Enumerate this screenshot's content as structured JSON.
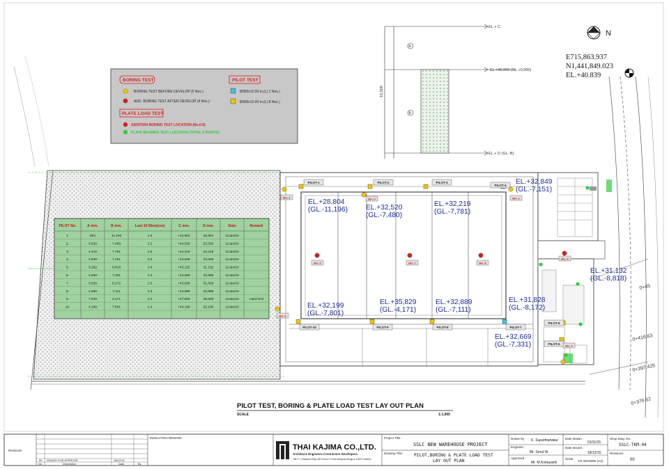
{
  "compass": {
    "north_label": "N"
  },
  "coords": {
    "easting": "E715,863.937",
    "northing": "N1,441,849.023",
    "elevation": "EL.+40.839"
  },
  "legend": {
    "boring_header": "BORING TEST",
    "boring_before": "BORING TEST BEFORE DEVELOP  (5 Nos.)",
    "boring_add": "ADD. BORING TEST AFTER DEVELOP  (4 Nos.)",
    "pilot_header": "PILOT TEST",
    "pilot_350": "Ø350x12.00  m.(L)  2 Nos.)",
    "pilot_300": "Ø300x12.00  m.(L)  8 Nos.)",
    "plate_header": "PLATE LOAD TEST",
    "plate_add": "ADDITION BORING TEST LOCATION (No.6-9)",
    "plate_bearing": "PLATE BEARING TEST LOCATION (TOTAL 5 POINTS)"
  },
  "section": {
    "el_c": "EL.+ C",
    "el_top": "EL.+40,000 (GL.+0,000)",
    "el_d": "EL.+ D  (GL.-B)",
    "dim": "15,000",
    "a": "A",
    "b": "B"
  },
  "table": {
    "headers": [
      "PILOT No.",
      "A  mm.",
      "B  mm.",
      "Last 10 Blow(cm)",
      "C  mm.",
      "D  mm.",
      "Date",
      "Remark"
    ],
    "rows": [
      [
        "1.",
        "804",
        "11,196",
        "1.9",
        "+40,804",
        "28,804",
        "11Jan/16",
        ""
      ],
      [
        "2.",
        "4,520",
        "7,480",
        "2.2",
        "+44,520",
        "32,520",
        "11Jan/16",
        ""
      ],
      [
        "3.",
        "4,219",
        "7,781",
        "1.5",
        "+44,219",
        "32,219",
        "11Jan/16",
        ""
      ],
      [
        "4.",
        "4,849",
        "7,151",
        "2.0",
        "+44,849",
        "32,849",
        "11Jan/16",
        ""
      ],
      [
        "5.",
        "3,182",
        "8,818",
        "1.6",
        "+43,132",
        "31,132",
        "11Jan/16",
        ""
      ],
      [
        "6.",
        "4,669",
        "7,331",
        "1.0",
        "+44,669",
        "32,669",
        "12Jan/16",
        ""
      ],
      [
        "7.",
        "3,828",
        "8,172",
        "1.5",
        "+43,828",
        "31,828",
        "12Jan/16",
        ""
      ],
      [
        "8.",
        "4,889",
        "7,111",
        "1.3",
        "+44,889",
        "32,889",
        "12Jan/16",
        ""
      ],
      [
        "9.",
        "7,829",
        "4,171",
        "2.0",
        "+47,829",
        "35,829",
        "12Jan/16",
        "Hard Soil"
      ],
      [
        "10.",
        "4,199",
        "7,801",
        "1.4",
        "+44,199",
        "32,199",
        "12Jan/16",
        ""
      ]
    ]
  },
  "pilots": [
    "PILOT-1",
    "PILOT-2",
    "PILOT-3",
    "PILOT-4",
    "PILOT-5",
    "PILOT-6",
    "PILOT-7",
    "PILOT-8",
    "PILOT-9",
    "PILOT-10"
  ],
  "boreholes": [
    "BH.-1",
    "BH.-2",
    "BH.-3",
    "BH.-4",
    "BH.-5",
    "BH.-6",
    "BH.-7",
    "BH.-8",
    "BH.-9"
  ],
  "elevations": [
    {
      "el": "EL.+28,804",
      "gl": "(GL.-11,196)"
    },
    {
      "el": "EL.+32,520",
      "gl": "(GL.-7,480)"
    },
    {
      "el": "EL.+32,219",
      "gl": "(GL.-7,781)"
    },
    {
      "el": "EL.+32,849",
      "gl": "(GL.-7,151)"
    },
    {
      "el": "EL.+31,132",
      "gl": "(GL.-8,818)"
    },
    {
      "el": "EL.+32,199",
      "gl": "(GL.-7,801)"
    },
    {
      "el": "EL.+35,829",
      "gl": "(GL.-4,171)"
    },
    {
      "el": "EL.+32,889",
      "gl": "(GL.-7,111)"
    },
    {
      "el": "EL.+31,828",
      "gl": "(GL.-8,172)"
    },
    {
      "el": "EL.+32,669",
      "gl": "(GL.-7,331)"
    }
  ],
  "road_labels": {
    "k1": "0+397.425",
    "k2": "0+376.52",
    "k3": "0+418.63",
    "k4": "0+45"
  },
  "plan_title": "PILOT TEST, BORING & PLATE LOAD TEST LAY OUT PLAN",
  "scale_label": "SCALE",
  "scale_value": "1:1,000",
  "title_block": {
    "revisions_label": "Revisions",
    "rev_no": "00",
    "rev_desc": "ISSUED FOR APPROVE",
    "rev_date": "18/12/15",
    "col_no": "No.",
    "col_desc": "Description",
    "col_date": "Date",
    "col_by": "By",
    "indication": "INDICATION  REMARK :",
    "company": "THAI KAJIMA CO.,LTD.",
    "company_sub": "Architects Engineers Contractors Developers",
    "company_addr": "16th Fl., Rasisaard Bldg.,862 Rama IV Road Bangkok,Bangkok 10500,Thailand",
    "project_title_label": "Project Title :",
    "project_title": "SSLC NEW WAREHOUSE PROJECT",
    "drawing_title_label": "Drawing Title :",
    "drawing_title_1": "PILOT,BORING & PLATE LOAD TEST",
    "drawing_title_2": "LAY OUT PLAN",
    "drawn_label": "Drawn by :",
    "drawn_by": "K. Suparthanalee",
    "engineer_label": "Engineer :",
    "engineer": "Mr. Sorut W.",
    "approved_label": "Approved :",
    "approved": "Mr. M.Kobayashi",
    "date_drawn_label": "Date Drawn :",
    "date_drawn": "01/11/15",
    "date_issued_label": "Date Issued :",
    "date_issued": "18/12/15",
    "scale_label": "Scale :",
    "scale": "AS SHOWN (A1)",
    "shop_dwg_label": "Shop Dwg. No.",
    "shop_dwg": "SSLC-TKM-04",
    "revisions2_label": "Revisions",
    "revisions2": "00"
  },
  "colors": {
    "legend_bg": "#c8c8c8",
    "table_bg": "#9ed29e",
    "label_blue": "#1a2a9a",
    "red": "#d42020",
    "yellow": "#f2c500",
    "cyan": "#39c4e4",
    "green": "#2ecc40"
  }
}
